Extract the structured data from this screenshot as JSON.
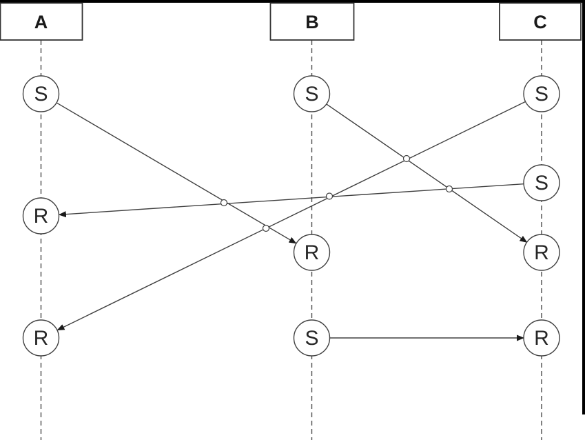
{
  "diagram": {
    "type": "space-time-message-diagram",
    "colors": {
      "line": "#404040",
      "arrowhead": "#1a1a1a",
      "border": "#000000",
      "background": "#ffffff"
    },
    "processes": [
      {
        "label": "A"
      },
      {
        "label": "B"
      },
      {
        "label": "C"
      }
    ],
    "events": {
      "A1": {
        "process": "A",
        "type": "send",
        "label": "S"
      },
      "A2": {
        "process": "A",
        "type": "receive",
        "label": "R"
      },
      "A3": {
        "process": "A",
        "type": "receive",
        "label": "R"
      },
      "B1": {
        "process": "B",
        "type": "send",
        "label": "S"
      },
      "B2": {
        "process": "B",
        "type": "receive",
        "label": "R"
      },
      "B3": {
        "process": "B",
        "type": "send",
        "label": "S"
      },
      "C1": {
        "process": "C",
        "type": "send",
        "label": "S"
      },
      "C2": {
        "process": "C",
        "type": "send",
        "label": "S"
      },
      "C3": {
        "process": "C",
        "type": "receive",
        "label": "R"
      },
      "C4": {
        "process": "C",
        "type": "receive",
        "label": "R"
      }
    },
    "messages": [
      {
        "from": "A1",
        "to": "B2"
      },
      {
        "from": "B1",
        "to": "C3"
      },
      {
        "from": "C1",
        "to": "A3"
      },
      {
        "from": "C2",
        "to": "A2"
      },
      {
        "from": "B3",
        "to": "C4"
      }
    ]
  }
}
